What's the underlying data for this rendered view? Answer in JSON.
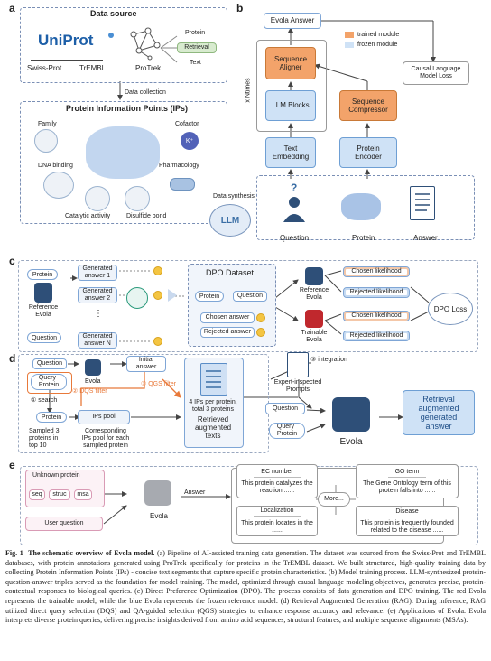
{
  "panels": {
    "a": "a",
    "b": "b",
    "c": "c",
    "d": "d",
    "e": "e"
  },
  "panel_a": {
    "data_source_title": "Data source",
    "uniprot_logo": "UniProt",
    "swissprot": "Swiss-Prot",
    "trembl": "TrEMBL",
    "protrek": "ProTrek",
    "retrieval_protein": "Protein",
    "retrieval": "Retrieval",
    "retrieval_text": "Text",
    "data_collection": "Data collection",
    "ips_title": "Protein Information Points (IPs)",
    "family": "Family",
    "cofactor": "Cofactor",
    "dna_binding": "DNA binding",
    "pharmacology": "Pharmacology",
    "catalytic": "Catalytic activity",
    "disulfide": "Disulfide bond"
  },
  "panel_b": {
    "evola_answer": "Evola Answer",
    "legend_trained": "trained module",
    "legend_frozen": "frozen module",
    "n_times": "x Ntimes",
    "sequence_aligner": "Sequence\nAligner",
    "llm_blocks": "LLM Blocks",
    "text_embedding": "Text\nEmbedding",
    "sequence_compressor": "Sequence\nCompressor",
    "protein_encoder": "Protein\nEncoder",
    "clm_loss": "Causal Language\nModel Loss",
    "data_synthesis": "Data synthesis",
    "llm": "LLM",
    "question": "Question",
    "protein": "Protein",
    "answer": "Answer"
  },
  "panel_c": {
    "protein": "Protein",
    "reference_evola": "Reference\nEvola",
    "question": "Question",
    "gen1": "Generated\nanswer 1",
    "gen2": "Generated\nanswer 2",
    "dots": "⋮",
    "genN": "Generated\nanswer N",
    "dpo_dataset": "DPO Dataset",
    "dpo_protein": "Protein",
    "dpo_question": "Question",
    "chosen": "Chosen answer",
    "rejected": "Rejected answer",
    "ref_evola2": "Reference\nEvola",
    "trainable_evola": "Trainable\nEvola",
    "chosen_like": "Chosen likelihood",
    "rejected_like": "Rejected likelihood",
    "dpo_loss": "DPO Loss"
  },
  "panel_d": {
    "question": "Question",
    "evola": "Evola",
    "initial_answer": "Initial\nanswer",
    "query_protein": "Query\nProtein",
    "dqs_filter": "② DQS filter",
    "qgs_filter": "③ QGS filter",
    "search": "① search",
    "protein": "Protein",
    "ips_pool": "IPs pool",
    "sampled": "Sampled 3\nproteins in\ntop 10",
    "corresponding": "Corresponding\nIPs pool for each\nsampled protein",
    "ips_per_protein": "4 IPs per protein,\ntotal 3 proteins",
    "retrieved_texts": "Retrieved\naugmented\ntexts",
    "integration": "③ integration",
    "expert_prompts": "Expert-inspected\nPrompts",
    "question2": "Question",
    "query_protein2": "Query\nProtein",
    "evola2": "Evola",
    "rag_answer": "Retrieval\naugmented\ngenerated\nanswer"
  },
  "panel_e": {
    "unknown_protein": "Unknown protein",
    "seq": "seq",
    "struc": "struc",
    "msa": "msa",
    "user_question": "User question",
    "evola": "Evola",
    "answer": "Answer",
    "ec_title": "EC number",
    "ec_text": "This protein catalyzes the\nreaction ......",
    "go_title": "GO term",
    "go_text": "The Gene Ontology term of this\nprotein falls into ......",
    "more": "More...",
    "loc_title": "Localization",
    "loc_text": "This protein locates in the ......",
    "disease_title": "Disease",
    "disease_text": "This protein is frequently founded\nrelated to the disease ......"
  },
  "caption": {
    "fig": "Fig. 1",
    "title": "The schematic overview of Evola model.",
    "body": "(a) Pipeline of AI-assisted training data generation. The dataset was sourced from the Swiss-Prot and TrEMBL databases, with protein annotations generated using ProTrek specifically for proteins in the TrEMBL dataset. We built structured, high-quality training data by collecting Protein Information Points (IPs) - concise text segments that capture specific protein characteristics. (b) Model training process. LLM-synthesized protein-question-answer triples served as the foundation for model training. The model, optimized through causal language modeling objectives, generates precise, protein-contextual responses to biological queries. (c) Direct Preference Optimization (DPO). The process consists of data generation and DPO training. The red Evola represents the trainable model, while the blue Evola represents the frozen reference model. (d) Retrieval Augmented Generation (RAG). During inference, RAG utilized direct query selection (DQS) and QA-guided selection (QGS) strategies to enhance response accuracy and relevance. (e) Applications of Evola. Evola interprets diverse protein queries, delivering precise insights derived from amino acid sequences, structural features, and multiple sequence alignments (MSAs)."
  },
  "colors": {
    "trained": "#f3a36a",
    "frozen": "#cfe2f6",
    "robot_blue": "#2e4f78",
    "robot_red": "#c0282d",
    "arrow_orange": "#e8793a"
  }
}
